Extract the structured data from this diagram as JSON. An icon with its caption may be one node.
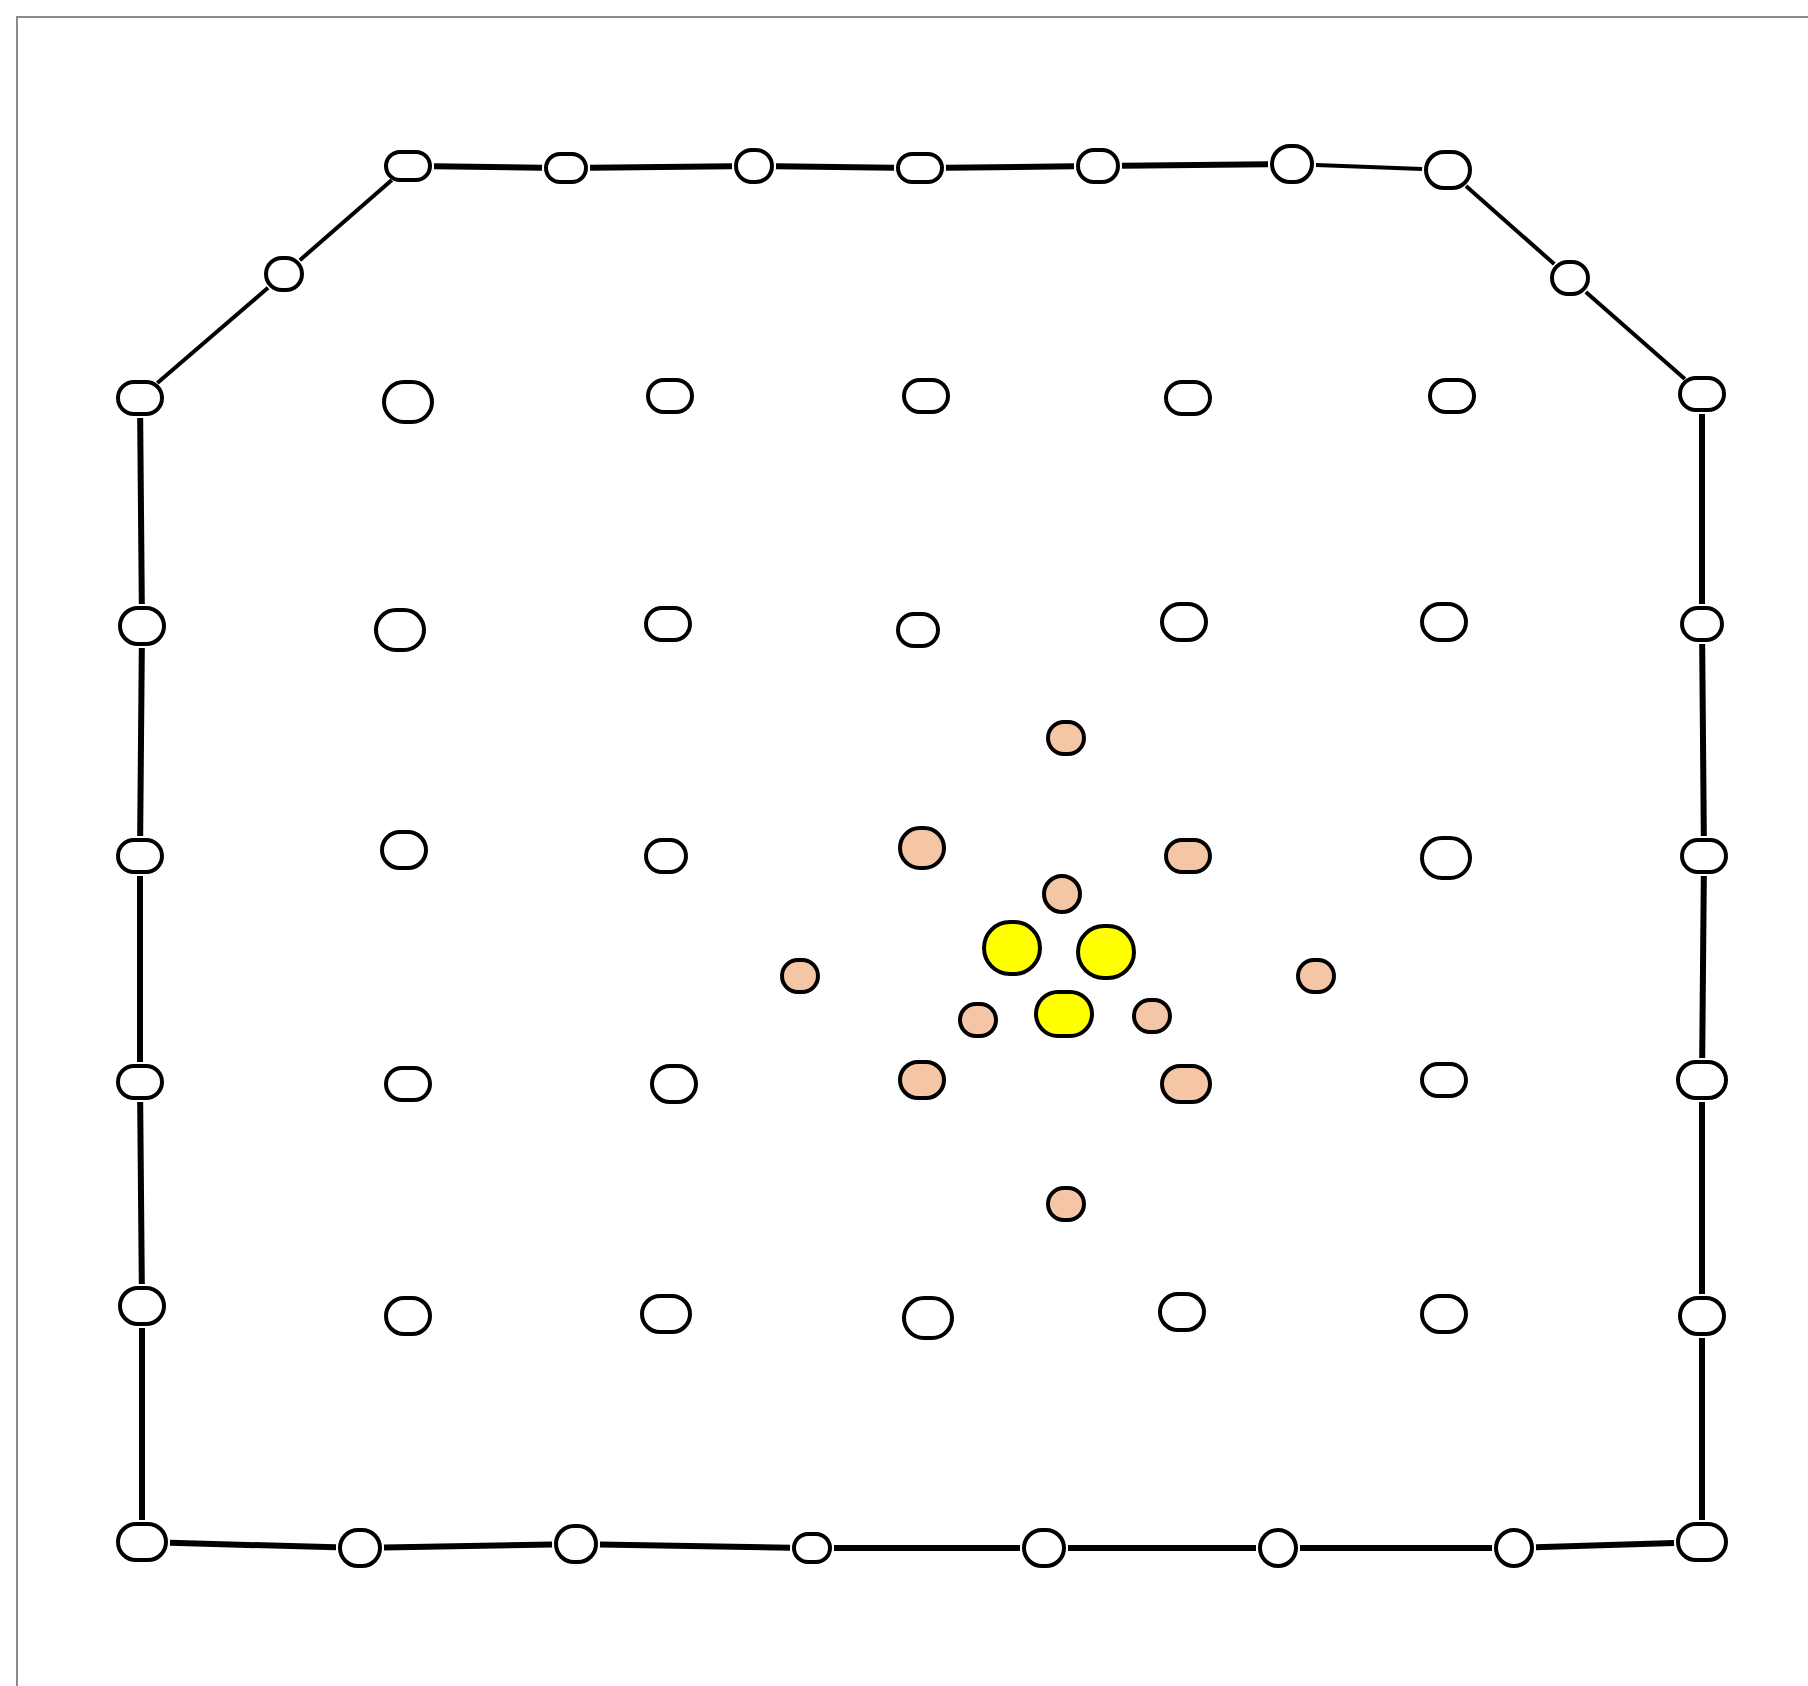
{
  "diagram": {
    "nodes": [
      {
        "text": [],
        "shape": "circle"
      },
      {
        "text": [],
        "shape": "circle"
      },
      {
        "text": [],
        "shape": "circle"
      },
      {
        "text": [],
        "shape": "circle"
      },
      {
        "text": [],
        "shape": "circle"
      },
      {
        "text": [],
        "shape": "circle"
      },
      {
        "text": [],
        "shape": "circle"
      },
      {
        "text": [],
        "shape": "circle"
      },
      {
        "text": [],
        "shape": "circle"
      },
      {
        "text": [],
        "shape": "circle"
      },
      {
        "text": [],
        "shape": "circle"
      },
      {
        "text": [],
        "shape": "circle"
      },
      {
        "text": [],
        "shape": "circle"
      },
      {
        "text": [],
        "shape": "circle"
      },
      {
        "text": [],
        "shape": "circle"
      },
      {
        "text": [],
        "shape": "circle"
      },
      {
        "text": [],
        "shape": "circle"
      },
      {
        "text": [],
        "shape": "circle"
      },
      {
        "text": [],
        "shape": "circle"
      },
      {
        "text": [],
        "shape": "circle"
      },
      {
        "text": [],
        "shape": "circle"
      },
      {
        "text": [],
        "shape": "circle"
      },
      {
        "text": [],
        "shape": "circle"
      },
      {
        "text": [],
        "shape": "circle"
      },
      {
        "text": [],
        "shape": "circle"
      },
      {
        "text": [],
        "shape": "circle"
      },
      {
        "text": [],
        "shape": "circle"
      },
      {
        "text": [],
        "shape": "circle"
      },
      {
        "text": [],
        "shape": "circle"
      },
      {
        "text": [],
        "shape": "circle"
      },
      {
        "text": [],
        "shape": "circle"
      },
      {
        "text": [],
        "shape": "circle"
      },
      {
        "text": [],
        "shape": "circle"
      },
      {
        "text": [],
        "shape": "circle"
      },
      {
        "text": [],
        "shape": "circle"
      },
      {
        "text": [],
        "shape": "circle"
      },
      {
        "text": [],
        "shape": "circle"
      },
      {
        "text": [],
        "shape": "circle"
      },
      {
        "text": [],
        "shape": "circle"
      },
      {
        "text": [],
        "shape": "circle"
      },
      {
        "text": [],
        "shape": "circle"
      },
      {
        "text": [],
        "shape": "circle"
      },
      {
        "text": [],
        "shape": "circle"
      },
      {
        "text": [],
        "shape": "circle"
      },
      {
        "text": [],
        "shape": "circle"
      },
      {
        "text": [],
        "shape": "circle"
      },
      {
        "text": [],
        "shape": "circle"
      },
      {
        "text": [],
        "shape": "circle"
      },
      {
        "text": [],
        "shape": "circle"
      },
      {
        "text": [],
        "shape": "circle"
      },
      {
        "text": [],
        "shape": "circle"
      },
      {
        "text": [],
        "shape": "circle"
      },
      {
        "text": [],
        "shape": "circle"
      },
      {
        "text": [],
        "shape": "circle"
      },
      {
        "text": [],
        "shape": "circle"
      },
      {
        "text": [],
        "shape": "circle"
      },
      {
        "text": [],
        "shape": "circle"
      },
      {
        "text": [],
        "shape": "circle"
      },
      {
        "text": [],
        "shape": "circle"
      },
      {
        "text": [],
        "shape": "circle"
      },
      {
        "text": [],
        "shape": "circle"
      },
      {
        "text": [],
        "shape": "circle"
      }
    ],
    "edges": [
      {
        "from": 0,
        "to": 1,
        "arrow": "none"
      },
      {
        "from": 1,
        "to": 2,
        "arrow": "none"
      },
      {
        "from": 2,
        "to": 3,
        "arrow": "none"
      },
      {
        "from": 3,
        "to": 4,
        "arrow": "none"
      },
      {
        "from": 4,
        "to": 5,
        "arrow": "none"
      },
      {
        "from": 5,
        "to": 6,
        "arrow": "none"
      },
      {
        "from": 6,
        "to": 8,
        "arrow": "none"
      },
      {
        "from": 8,
        "to": 15,
        "arrow": "none"
      },
      {
        "from": 15,
        "to": 22,
        "arrow": "none"
      },
      {
        "from": 22,
        "to": 30,
        "arrow": "none"
      },
      {
        "from": 30,
        "to": 45,
        "arrow": "none"
      },
      {
        "from": 45,
        "to": 53,
        "arrow": "none"
      },
      {
        "from": 53,
        "to": 61,
        "arrow": "none"
      },
      {
        "from": 61,
        "to": 60,
        "arrow": "none"
      },
      {
        "from": 60,
        "to": 59,
        "arrow": "none"
      },
      {
        "from": 59,
        "to": 58,
        "arrow": "none"
      },
      {
        "from": 58,
        "to": 57,
        "arrow": "none"
      },
      {
        "from": 57,
        "to": 56,
        "arrow": "none"
      },
      {
        "from": 56,
        "to": 55,
        "arrow": "none"
      },
      {
        "from": 55,
        "to": 54,
        "arrow": "none"
      },
      {
        "from": 54,
        "to": 47,
        "arrow": "none"
      },
      {
        "from": 47,
        "to": 39,
        "arrow": "none"
      },
      {
        "from": 39,
        "to": 24,
        "arrow": "none"
      },
      {
        "from": 24,
        "to": 16,
        "arrow": "none"
      },
      {
        "from": 16,
        "to": 9,
        "arrow": "none"
      },
      {
        "from": 9,
        "to": 7,
        "arrow": "none"
      },
      {
        "from": 7,
        "to": 0,
        "arrow": "none"
      }
    ]
  }
}
